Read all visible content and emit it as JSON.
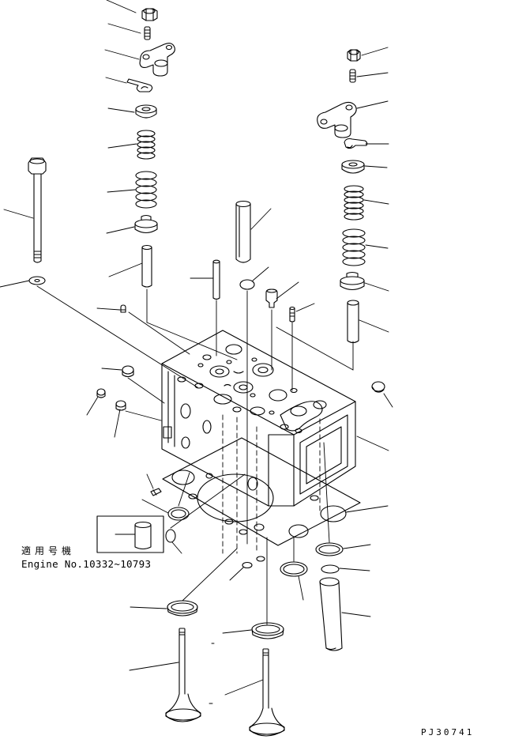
{
  "captions": {
    "applicable_model": "適用号機",
    "engine_range": "Engine No.10332~10793",
    "drawing_code": "PJ30741"
  },
  "colors": {
    "ink": "#000000",
    "paper": "#ffffff"
  }
}
